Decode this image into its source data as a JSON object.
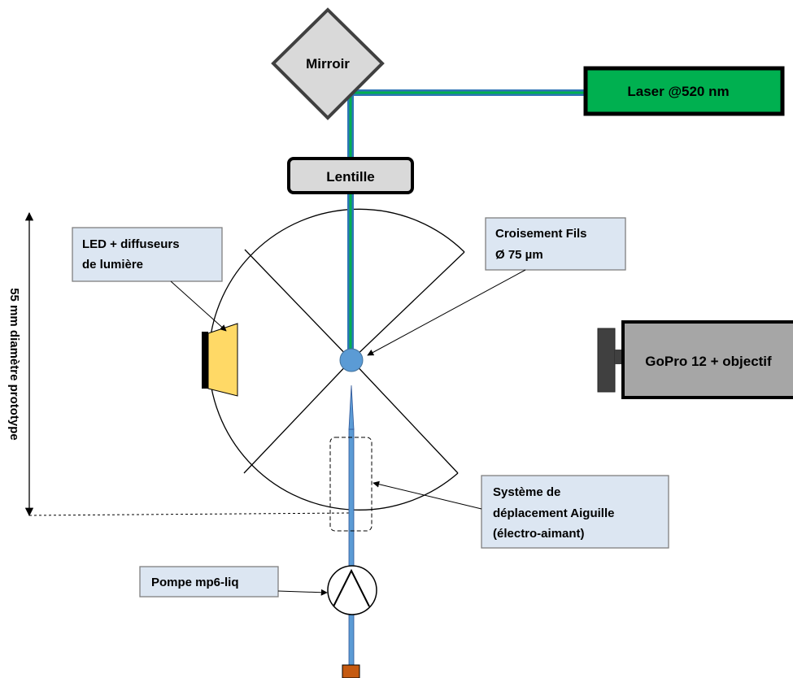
{
  "components": {
    "mirror": {
      "label": "Mirroir",
      "color": "#d9d9d9"
    },
    "laser": {
      "label": "Laser @520 nm",
      "color": "#00b050"
    },
    "lens": {
      "label": "Lentille",
      "color": "#d9d9d9"
    },
    "camera": {
      "label": "GoPro 12 + objectif",
      "color": "#a6a6a6"
    },
    "led": {
      "color": "#ffd966"
    },
    "wire_cross": {
      "color": "#5b9bd5"
    },
    "needle": {
      "color": "#5b9bd5"
    },
    "pump_outlet": {
      "color": "#c55a11"
    },
    "beam": {
      "outer_color": "#2e75b6",
      "inner_color": "#00b050"
    }
  },
  "annotations": {
    "led": {
      "line1": "LED + diffuseurs",
      "line2": "de lumière"
    },
    "cross": {
      "line1": "Croisement Fils",
      "line2": "Ø 75 µm"
    },
    "system": {
      "line1": "Système de",
      "line2": "déplacement Aiguille",
      "line3": "(électro-aimant)"
    },
    "pump": {
      "text": "Pompe  mp6-liq"
    }
  },
  "dimension": {
    "label": "55 mm diamètre prototype"
  }
}
